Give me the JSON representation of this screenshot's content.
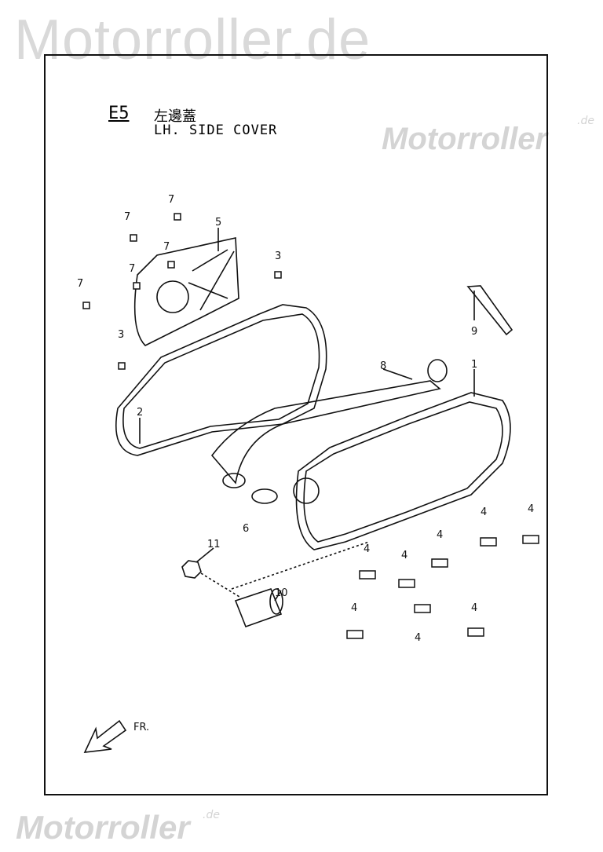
{
  "watermark": {
    "top": "Motorroller.de",
    "right": "Motorroller",
    "right_suffix": ".de",
    "bottom": "Motorroller",
    "bottom_suffix": ".de"
  },
  "title": {
    "code": "E5",
    "chinese": "左邊蓋",
    "english": "LH. SIDE COVER"
  },
  "direction_label": "FR.",
  "callouts": [
    {
      "num": "7"
    },
    {
      "num": "7"
    },
    {
      "num": "7"
    },
    {
      "num": "7"
    },
    {
      "num": "7"
    },
    {
      "num": "5"
    },
    {
      "num": "3"
    },
    {
      "num": "3"
    },
    {
      "num": "9"
    },
    {
      "num": "8"
    },
    {
      "num": "1"
    },
    {
      "num": "2"
    },
    {
      "num": "6"
    },
    {
      "num": "11"
    },
    {
      "num": "10"
    },
    {
      "num": "4"
    },
    {
      "num": "4"
    },
    {
      "num": "4"
    },
    {
      "num": "4"
    },
    {
      "num": "4"
    },
    {
      "num": "4"
    },
    {
      "num": "4"
    },
    {
      "num": "4"
    }
  ]
}
